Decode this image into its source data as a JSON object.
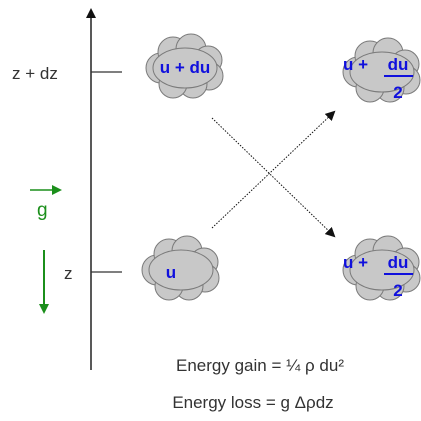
{
  "axis": {
    "upper_level_label": "z + dz",
    "lower_level_label": "z"
  },
  "gravity": {
    "symbol": "g",
    "color": "#1b8f1b"
  },
  "parcels": {
    "upper": {
      "label": "u + du"
    },
    "lower": {
      "label": "u"
    },
    "mixed_upper": {
      "label_prefix": "u + ",
      "numerator": "du",
      "denominator": "2"
    },
    "mixed_lower": {
      "label_prefix": "u + ",
      "numerator": "du",
      "denominator": "2"
    }
  },
  "equations": {
    "gain": "Energy gain = ¼ ρ du²",
    "loss": "Energy loss = g Δρdz"
  },
  "colors": {
    "cloud_fill": "#c8c8c8",
    "cloud_stroke": "#7a7a7a",
    "parcel_text": "#1010dd",
    "axis": "#222222",
    "text": "#333333"
  }
}
